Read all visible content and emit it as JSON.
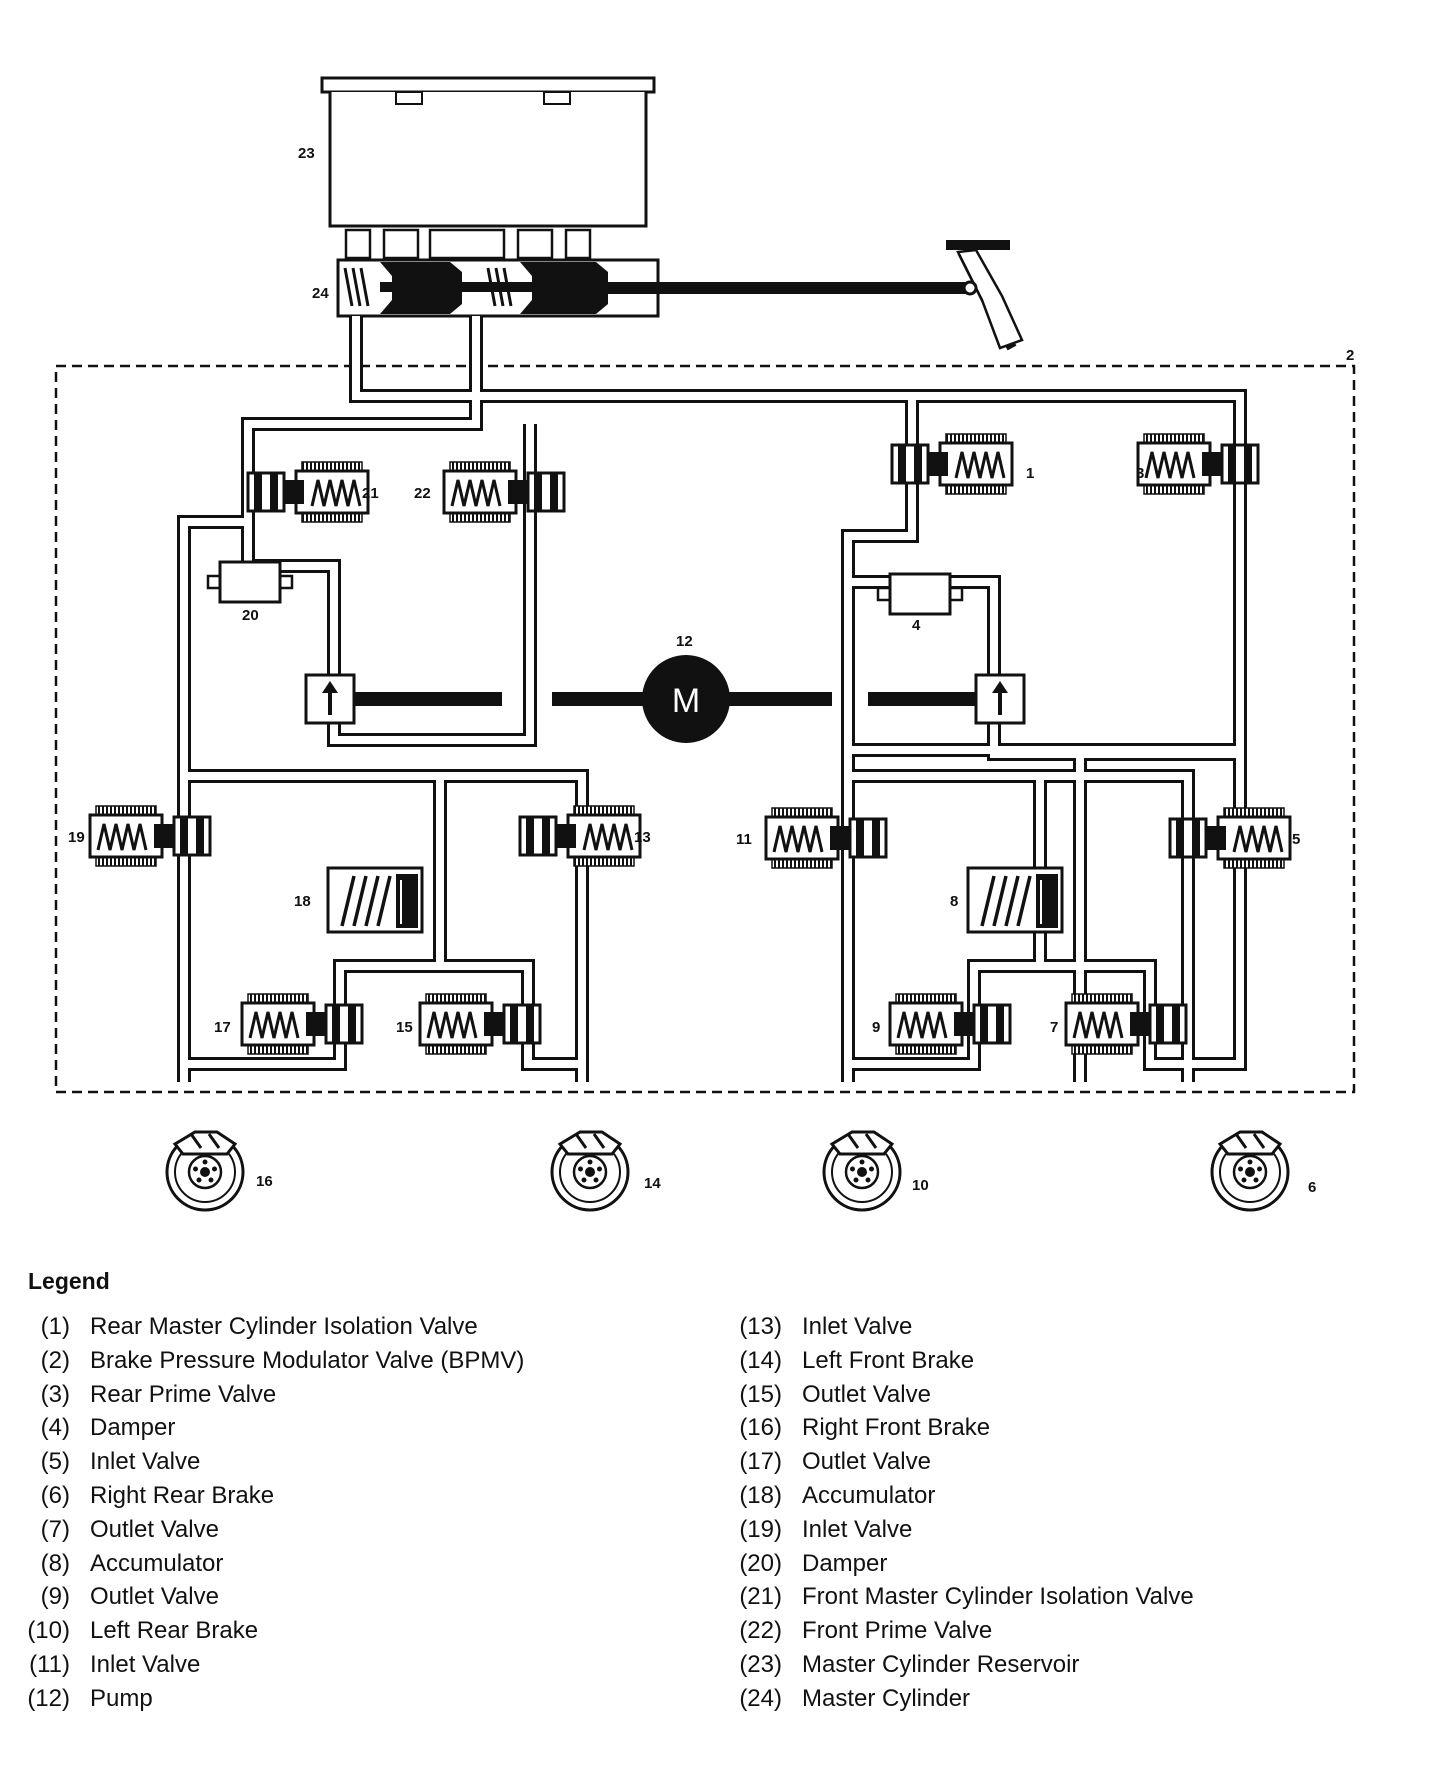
{
  "callouts": {
    "c1": "1",
    "c2": "2",
    "c3": "3",
    "c4": "4",
    "c5": "5",
    "c6": "6",
    "c7": "7",
    "c8": "8",
    "c9": "9",
    "c10": "10",
    "c11": "11",
    "c12": "12",
    "c13": "13",
    "c14": "14",
    "c15": "15",
    "c16": "16",
    "c17": "17",
    "c18": "18",
    "c19": "19",
    "c20": "20",
    "c21": "21",
    "c22": "22",
    "c23": "23",
    "c24": "24"
  },
  "pump_symbol": "M",
  "legend": {
    "title": "Legend",
    "left": [
      {
        "num": "(1)",
        "label": "Rear Master Cylinder Isolation Valve"
      },
      {
        "num": "(2)",
        "label": "Brake Pressure Modulator Valve (BPMV)"
      },
      {
        "num": "(3)",
        "label": "Rear Prime Valve"
      },
      {
        "num": "(4)",
        "label": "Damper"
      },
      {
        "num": "(5)",
        "label": "Inlet Valve"
      },
      {
        "num": "(6)",
        "label": "Right Rear Brake"
      },
      {
        "num": "(7)",
        "label": "Outlet Valve"
      },
      {
        "num": "(8)",
        "label": "Accumulator"
      },
      {
        "num": "(9)",
        "label": "Outlet Valve"
      },
      {
        "num": "(10)",
        "label": "Left Rear Brake"
      },
      {
        "num": "(11)",
        "label": "Inlet Valve"
      },
      {
        "num": "(12)",
        "label": "Pump"
      }
    ],
    "right": [
      {
        "num": "(13)",
        "label": "Inlet Valve"
      },
      {
        "num": "(14)",
        "label": "Left Front Brake"
      },
      {
        "num": "(15)",
        "label": "Outlet Valve"
      },
      {
        "num": "(16)",
        "label": "Right Front Brake"
      },
      {
        "num": "(17)",
        "label": "Outlet Valve"
      },
      {
        "num": "(18)",
        "label": "Accumulator"
      },
      {
        "num": "(19)",
        "label": "Inlet Valve"
      },
      {
        "num": "(20)",
        "label": "Damper"
      },
      {
        "num": "(21)",
        "label": "Front Master Cylinder Isolation Valve"
      },
      {
        "num": "(22)",
        "label": "Front Prime Valve"
      },
      {
        "num": "(23)",
        "label": "Master Cylinder Reservoir"
      },
      {
        "num": "(24)",
        "label": "Master Cylinder"
      }
    ]
  }
}
